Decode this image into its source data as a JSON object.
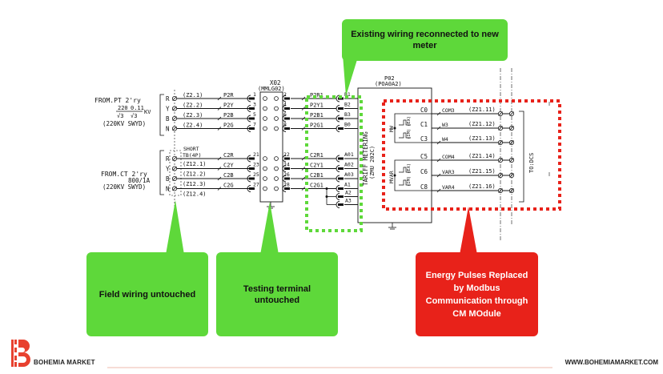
{
  "callouts": {
    "existing_wiring": "Existing wiring reconnected to new meter",
    "field_wiring": "Field wiring untouched",
    "testing_terminal": "Testing terminal untouched",
    "energy_pulses": "Energy Pulses Replaced by Modbus Communication through CM MOdule"
  },
  "schematic": {
    "pt_source": {
      "line1": "FROM.PT 2'ry",
      "ratio": "220/0.11 kV",
      "ratio_num": "220",
      "ratio_den": "0.11",
      "sqrt": "√3",
      "unit": "KV",
      "line3": "(220KV SWYD)"
    },
    "ct_source": {
      "line1": "FROM.CT 2'ry",
      "line2": "800/1A",
      "line3": "(220KV SWYD)"
    },
    "phases": [
      "R",
      "Y",
      "B",
      "N"
    ],
    "pt_wires": [
      "(Z2.1)",
      "(Z2.2)",
      "(Z2.3)",
      "(Z2.4)"
    ],
    "pt_cores": [
      "P2R",
      "P2Y",
      "P2B",
      "P2G"
    ],
    "ct_short_label": "SHORT",
    "ct_tb_label": "TB(4P)",
    "ct_wires": [
      "(Z12.1)",
      "(Z12.2)",
      "(Z12.3)",
      "(Z12.4)"
    ],
    "ct_cores": [
      "C2R",
      "C2Y",
      "C2B",
      "C2G"
    ],
    "test_block": {
      "title": "X02",
      "subtitle": "(MMLG02)",
      "left_pt": [
        "1",
        "3",
        "5",
        "7"
      ],
      "right_pt": [
        "2",
        "4",
        "6",
        "8"
      ],
      "left_ct": [
        "21",
        "23",
        "25",
        "27"
      ],
      "right_ct": [
        "22",
        "24",
        "26",
        "28"
      ]
    },
    "meter_pt_wires": [
      "P2R1",
      "P2Y1",
      "P2B1",
      "P2G1"
    ],
    "meter_pt_terms": [
      "B1",
      "B2",
      "B3",
      "B0"
    ],
    "meter_ct_wires": [
      "C2R1",
      "C2Y1",
      "C2B1",
      "C2G1"
    ],
    "meter_ct_terms": [
      "A01",
      "A02",
      "A03",
      "A1",
      "A2",
      "A3"
    ],
    "meter": {
      "title": "P02",
      "subtitle": "(POA0A2)",
      "name": "TARIFF METERING",
      "model": "(ZMU 202C)"
    },
    "pulse_groups": [
      "MW",
      "MVAR"
    ],
    "pulse_terms": [
      "C0",
      "C1",
      "C3",
      "C5",
      "C6",
      "C8"
    ],
    "pulse_wires": [
      "COM3",
      "W3",
      "W4",
      "COM4",
      "VAR3",
      "VAR4"
    ],
    "pulse_cables": [
      "(Z21.11)",
      "(Z21.12)",
      "(Z21.13)",
      "(Z21.14)",
      "(Z21.15)",
      "(Z21.16)"
    ],
    "contact_labels": [
      "(EX)",
      "(IM)"
    ],
    "dcs_label": "TO:DCS"
  },
  "footer": {
    "brand": "BOHEMIA MARKET",
    "url": "WWW.BOHEMIAMARKET.COM",
    "brand_color": "#e8412f"
  },
  "colors": {
    "green": "#5ed83a",
    "red": "#e8221a"
  }
}
